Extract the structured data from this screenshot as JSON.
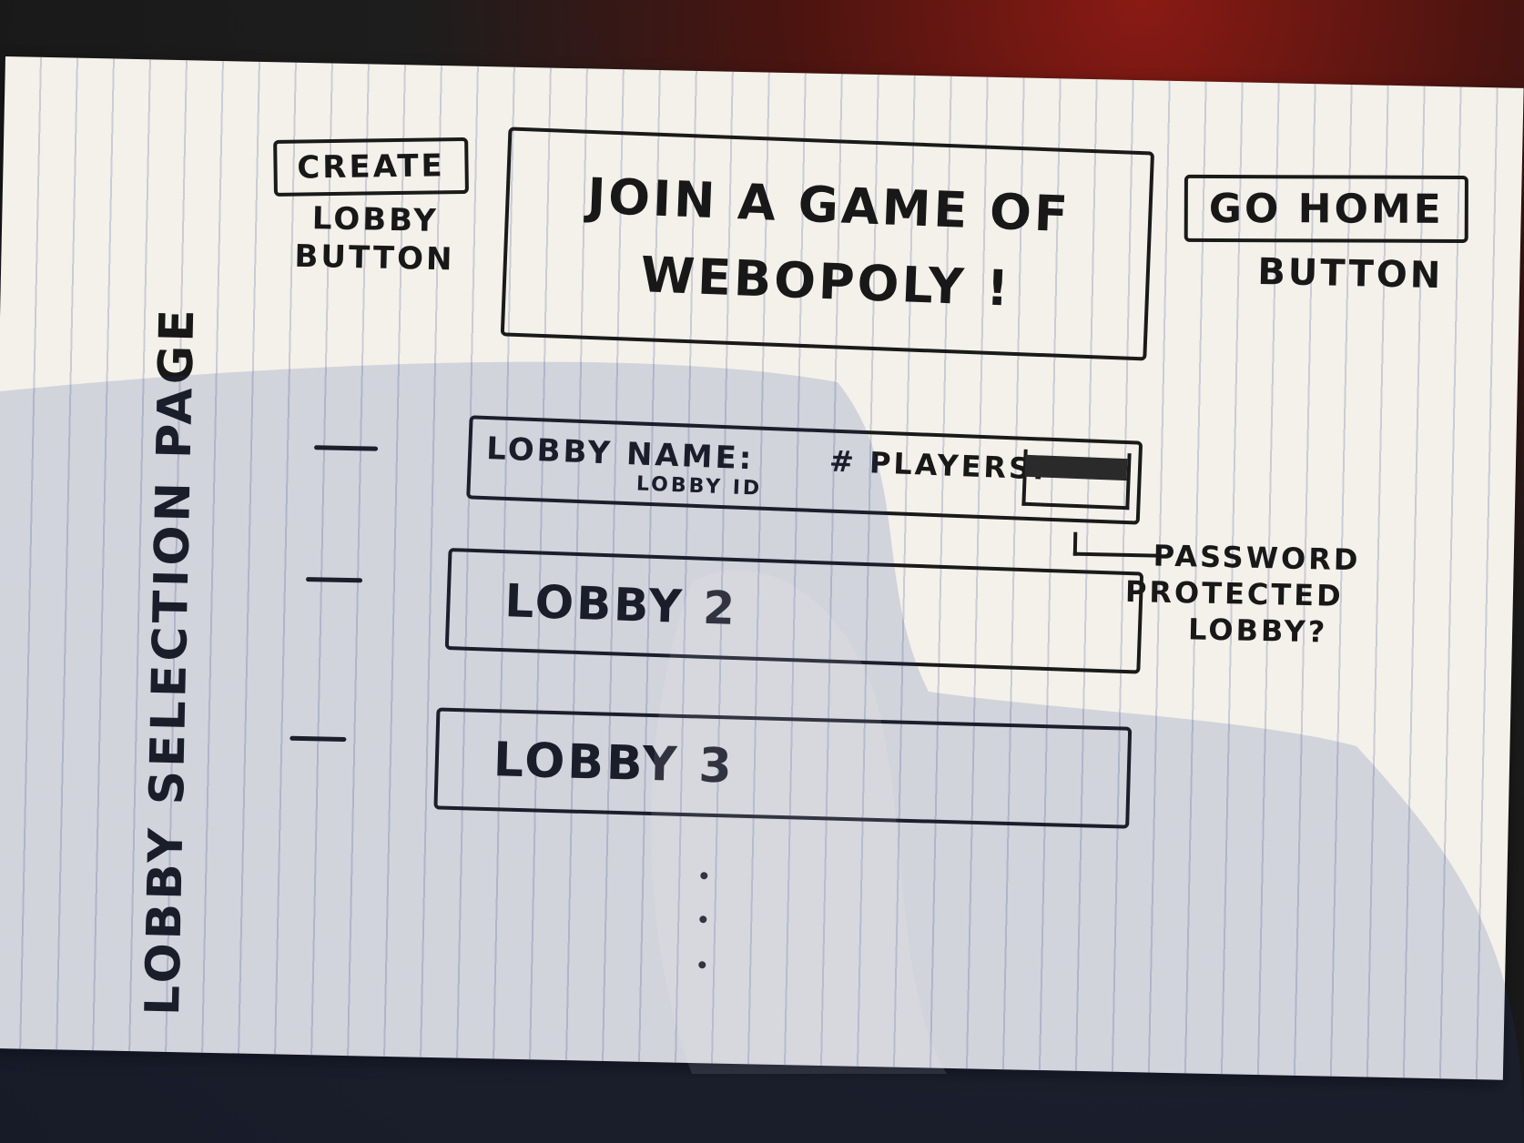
{
  "page": {
    "title": "LOBBY SELECTION PAGE",
    "heading_line1": "JOIN A GAME OF",
    "heading_line2": "WEBOPOLY !"
  },
  "create_lobby": {
    "button_label": "CREATE",
    "note_line1": "LOBBY",
    "note_line2": "BUTTON"
  },
  "go_home": {
    "button_label": "GO HOME",
    "note": "BUTTON"
  },
  "lobbies": {
    "first": {
      "name": "LOBBY NAME:",
      "id": "LOBBY ID",
      "players": "# PLAYERS:"
    },
    "second": "LOBBY 2",
    "third": "LOBBY 3"
  },
  "annotation": {
    "line1": "PASSWORD",
    "line2": "PROTECTED",
    "line3": "LOBBY?"
  },
  "icons": {
    "lock_indicator": "filled-bar-indicator",
    "more": "vertical-ellipsis"
  },
  "colors": {
    "ink": "#1a1a1a",
    "paper": "#f4f1ea",
    "background_accent": "#8a1a14"
  }
}
